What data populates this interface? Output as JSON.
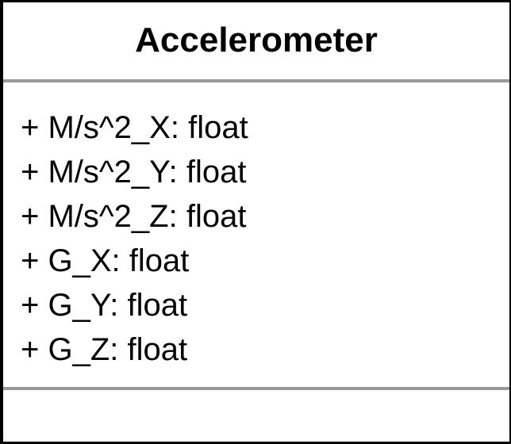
{
  "class": {
    "name": "Accelerometer",
    "attributes": [
      "+ M/s^2_X: float",
      "+ M/s^2_Y: float",
      "+ M/s^2_Z: float",
      "+ G_X: float",
      "+ G_Y: float",
      "+ G_Z: float"
    ],
    "methods": []
  },
  "colors": {
    "border": "#000000",
    "divider": "#999999",
    "background": "#ffffff",
    "text": "#000000"
  }
}
